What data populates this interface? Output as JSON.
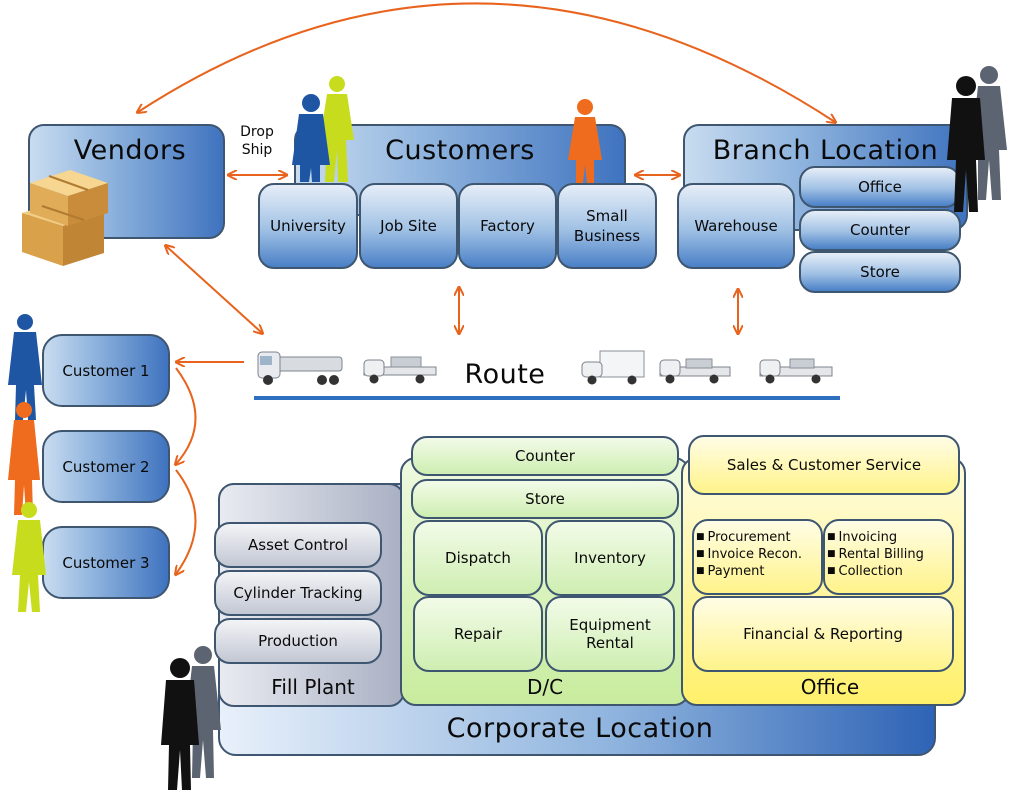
{
  "vendors": {
    "title": "Vendors",
    "drop_ship": "Drop Ship"
  },
  "customers": {
    "title": "Customers",
    "segments": [
      "University",
      "Job Site",
      "Factory",
      "Small Business"
    ]
  },
  "branch": {
    "title": "Branch Location",
    "warehouse": "Warehouse",
    "items": [
      "Office",
      "Counter",
      "Store"
    ]
  },
  "route": {
    "label": "Route"
  },
  "route_customers": [
    "Customer 1",
    "Customer 2",
    "Customer 3"
  ],
  "corporate": {
    "title": "Corporate Location",
    "fill_plant": {
      "title": "Fill Plant",
      "items": [
        "Asset Control",
        "Cylinder Tracking",
        "Production"
      ]
    },
    "dc": {
      "title": "D/C",
      "items": [
        "Counter",
        "Store",
        "Dispatch",
        "Inventory",
        "Repair",
        "Equipment Rental"
      ]
    },
    "office": {
      "title": "Office",
      "sales": "Sales & Customer Service",
      "left_list": [
        "Procurement",
        "Invoice Recon.",
        "Payment"
      ],
      "right_list": [
        "Invoicing",
        "Rental Billing",
        "Collection"
      ],
      "financial": "Financial & Reporting"
    }
  },
  "colors": {
    "arrow": "#e8641e",
    "box_border": "#3f5670",
    "route_line": "#2f6fc0",
    "figure_blue": "#1f56a3",
    "figure_orange": "#ef6b1d",
    "figure_yellow": "#c8dc1e",
    "figure_black": "#111111",
    "figure_gray": "#5b6470"
  }
}
